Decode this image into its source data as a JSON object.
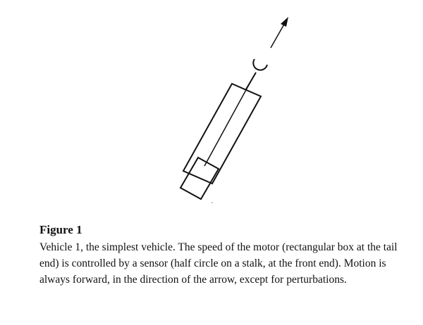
{
  "figure": {
    "label": "Figure 1",
    "caption": "Vehicle 1, the simplest vehicle. The speed of the motor (rectangular box at the tail end) is controlled by a sensor (half circle on a stalk, at the front end). Motion is always forward, in the direction of the arrow, except for perturbations."
  },
  "diagram": {
    "parts": [
      "vehicle-body",
      "motor-box",
      "connector-wire",
      "sensor-stalk",
      "sensor-half-circle",
      "direction-arrow"
    ],
    "stroke_color": "#111111"
  }
}
